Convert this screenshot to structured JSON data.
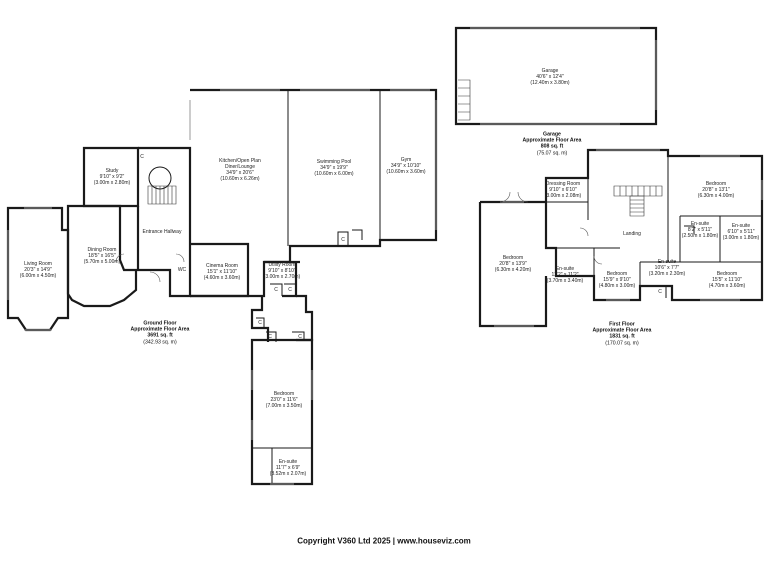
{
  "floors": {
    "ground": {
      "title": "Ground Floor",
      "area_label": "Approximate Floor Area",
      "sqft": "3691 sq. ft",
      "sqm": "(342.93 sq. m)"
    },
    "first": {
      "title": "First Floor",
      "area_label": "Approximate Floor Area",
      "sqft": "1831 sq. ft",
      "sqm": "(170.07 sq. m)"
    },
    "garage": {
      "title": "Garage",
      "area_label": "Approximate Floor Area",
      "sqft": "808 sq. ft",
      "sqm": "(75.07 sq. m)"
    }
  },
  "rooms": {
    "living": {
      "name": "Living Room",
      "imperial": "20'3\" x 14'9\"",
      "metric": "(6.00m x 4.50m)"
    },
    "study": {
      "name": "Study",
      "imperial": "9'10\" x 9'2\"",
      "metric": "(3.00m x 2.80m)"
    },
    "dining": {
      "name": "Dining Room",
      "imperial": "18'5\" x 16'5\"",
      "metric": "(5.70m x 5.00m)"
    },
    "hallway": {
      "name": "Entrance Hallway"
    },
    "wc": {
      "name": "WC"
    },
    "kitchen": {
      "name": "Kitchen/Open Plan",
      "name2": "Diner/Lounge",
      "imperial": "34'9\" x 20'6\"",
      "metric": "(10.60m x 6.26m)"
    },
    "pool": {
      "name": "Swimming Pool",
      "imperial": "34'9\" x 19'9\"",
      "metric": "(10.60m x 6.00m)"
    },
    "gym": {
      "name": "Gym",
      "imperial": "34'9\" x 10'10\"",
      "metric": "(10.60m x 3.60m)"
    },
    "cinema": {
      "name": "Cinema Room",
      "imperial": "15'1\" x 11'10\"",
      "metric": "(4.60m x 3.60m)"
    },
    "utility": {
      "name": "Utility Room",
      "imperial": "9'10\" x 8'10\"",
      "metric": "(3.00m x 2.70m)"
    },
    "gf_bedroom": {
      "name": "Bedroom",
      "imperial": "23'0\" x 11'6\"",
      "metric": "(7.00m x 3.50m)"
    },
    "gf_ensuite": {
      "name": "En-suite",
      "imperial": "11'7\" x 6'9\"",
      "metric": "(3.52m x 2.07m)"
    },
    "garage": {
      "name": "Garage",
      "imperial": "40'6\" x 12'4\"",
      "metric": "(12.40m x 3.80m)"
    },
    "dressing": {
      "name": "Dressing Room",
      "imperial": "9'10\" x 6'10\"",
      "metric": "(3.00m x 2.08m)"
    },
    "bed1": {
      "name": "Bedroom",
      "imperial": "20'8\" x 13'9\"",
      "metric": "(6.30m x 4.20m)"
    },
    "ensuite1": {
      "name": "En-suite",
      "imperial": "12'2\" x 11'2\"",
      "metric": "(3.70m x 3.40m)"
    },
    "bed2": {
      "name": "Bedroom",
      "imperial": "15'9\" x 9'10\"",
      "metric": "(4.80m x 3.00m)"
    },
    "ensuite2": {
      "name": "En-suite",
      "imperial": "10'6\" x 7'7\"",
      "metric": "(3.20m x 2.30m)"
    },
    "landing": {
      "name": "Landing"
    },
    "bed3": {
      "name": "Bedroom",
      "imperial": "20'8\" x 13'1\"",
      "metric": "(6.30m x 4.00m)"
    },
    "ensuite3": {
      "name": "En-suite",
      "imperial": "8'2\" x 5'11\"",
      "metric": "(2.50m x 1.80m)"
    },
    "ensuite4": {
      "name": "En-suite",
      "imperial": "6'10\" x 5'11\"",
      "metric": "(3.00m x 1.80m)"
    },
    "bed4": {
      "name": "Bedroom",
      "imperial": "15'5\" x 11'10\"",
      "metric": "(4.70m x 3.60m)"
    }
  },
  "cupboard_label": "C",
  "copyright": "Copyright V360 Ltd 2025 | www.houseviz.com"
}
